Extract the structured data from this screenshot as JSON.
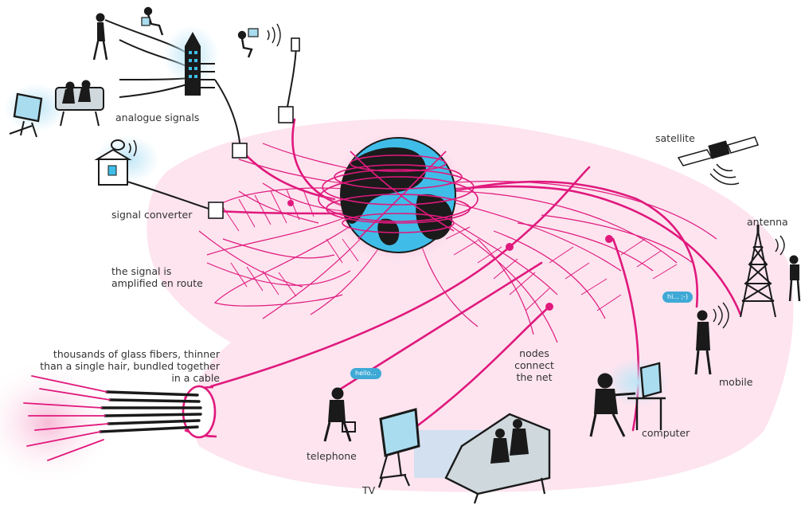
{
  "labels": {
    "analogue_signals": "analogue signals",
    "signal_converter": "signal converter",
    "amplified": [
      "the signal is",
      "amplified en route"
    ],
    "fibers": [
      "thousands of glass fibers, thinner",
      "than a single hair, bundled together",
      "in a cable"
    ],
    "nodes": [
      "nodes",
      "connect",
      "the net"
    ],
    "satellite": "satellite",
    "antenna": "antenna",
    "mobile": "mobile",
    "computer": "computer",
    "telephone": "telephone",
    "tv": "TV"
  },
  "bubbles": {
    "telephone": "hello...",
    "mobile": "hi... ;-)"
  },
  "colors": {
    "network": "#e0197d",
    "glow": "#fbd3e6",
    "ocean": "#3fbde8",
    "land": "#1b1b1b",
    "ink": "#1a1a1a",
    "screen": "#a9dcef",
    "flash": "#bfe6f6"
  },
  "icons": [
    "globe-icon",
    "building-icon",
    "house-icon",
    "satellite-icon",
    "antenna-tower-icon",
    "tv-icon",
    "computer-icon",
    "person-icon",
    "fiber-cable-icon"
  ]
}
